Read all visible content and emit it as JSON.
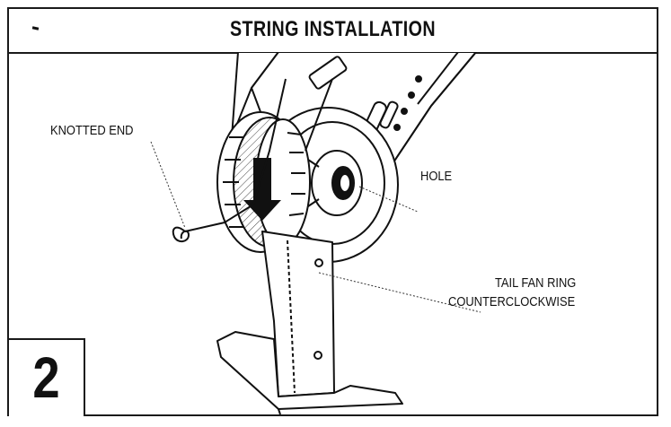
{
  "header": {
    "title": "STRING INSTALLATION"
  },
  "labels": {
    "knotted_end": "KNOTTED END",
    "hole": "HOLE",
    "tail_fan_ring_line1": "TAIL FAN RING",
    "tail_fan_ring_line2": "COUNTERCLOCKWISE"
  },
  "step": {
    "number": "2"
  },
  "illustration": {
    "subject": "launcher-handle-with-string-spool"
  }
}
